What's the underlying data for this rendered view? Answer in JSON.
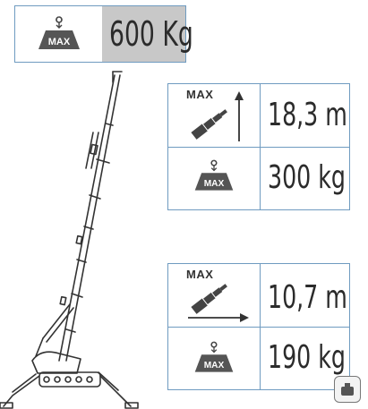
{
  "header": {
    "max_load_icon": "weight-max-icon",
    "max_label": "MAX",
    "max_load_value": "600 Kg"
  },
  "spec_vertical": {
    "reach_icon": "boom-vertical-arrow-icon",
    "reach_max_label": "MAX",
    "height_value": "18,3 m",
    "load_icon": "weight-max-icon",
    "load_max_label": "MAX",
    "load_value": "300 kg"
  },
  "spec_horizontal": {
    "reach_icon": "boom-horizontal-arrow-icon",
    "reach_max_label": "MAX",
    "outreach_value": "10,7 m",
    "load_icon": "weight-max-icon",
    "load_max_label": "MAX",
    "load_value": "190 kg"
  },
  "illustration": {
    "icon": "spider-crane-illustration"
  },
  "floating_button": {
    "icon": "weight-icon"
  }
}
